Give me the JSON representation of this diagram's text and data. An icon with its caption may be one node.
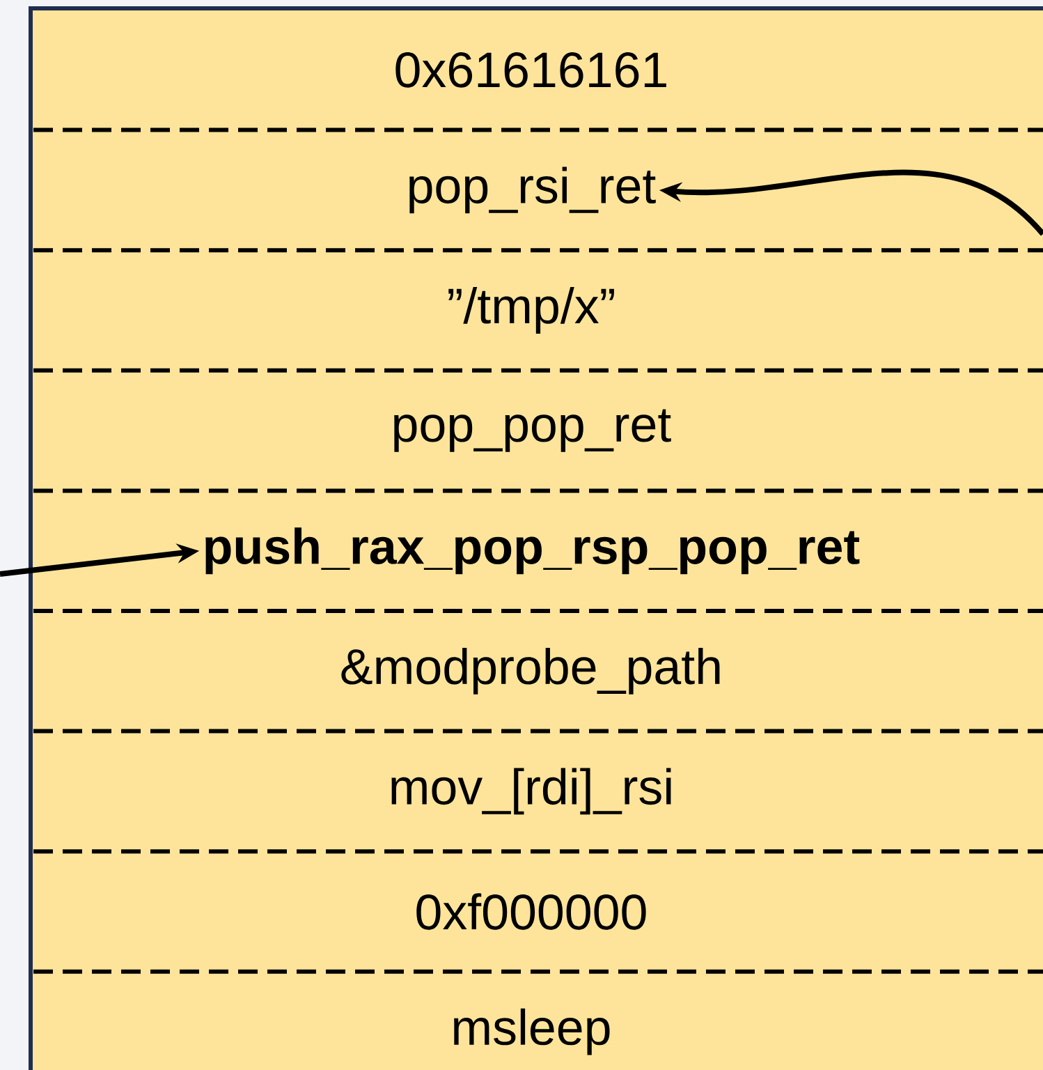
{
  "diagram": {
    "nodes": [
      {
        "text": [
          "0x61616161"
        ]
      },
      {
        "text": [
          "pop_rsi_ret"
        ]
      },
      {
        "text": [
          "”/tmp/x”"
        ]
      },
      {
        "text": [
          "pop_pop_ret"
        ]
      },
      {
        "text": [
          "push_rax_pop_rsp_pop_ret"
        ]
      },
      {
        "text": [
          "&modprobe_path"
        ]
      },
      {
        "text": [
          "mov_[rdi]_rsi"
        ]
      },
      {
        "text": [
          "0xf000000"
        ]
      },
      {
        "text": [
          "msleep"
        ]
      }
    ],
    "edges": [
      {
        "from": null,
        "to": 4,
        "arrow": "to"
      },
      {
        "from": null,
        "to": 1,
        "arrow": "to"
      }
    ]
  }
}
